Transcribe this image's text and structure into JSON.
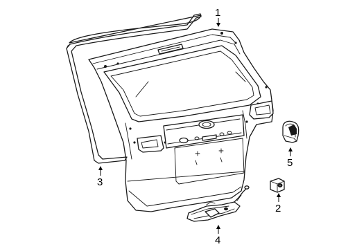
{
  "diagram": {
    "callouts": [
      {
        "id": "1",
        "label": "1"
      },
      {
        "id": "2",
        "label": "2"
      },
      {
        "id": "3",
        "label": "3"
      },
      {
        "id": "4",
        "label": "4"
      },
      {
        "id": "5",
        "label": "5"
      }
    ],
    "colors": {
      "line": "#1a1a1a",
      "background": "#ffffff"
    }
  }
}
